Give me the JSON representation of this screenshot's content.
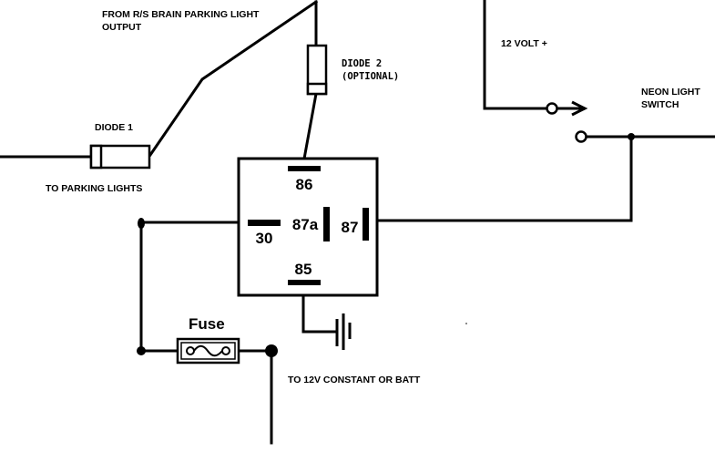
{
  "labels": {
    "source_line1": "FROM R/S BRAIN PARKING LIGHT",
    "source_line2": "OUTPUT",
    "diode2_line1": "DIODE 2",
    "diode2_line2": "(OPTIONAL)",
    "diode1": "DIODE 1",
    "parking": "TO PARKING LIGHTS",
    "volt": "12 VOLT +",
    "switch_line1": "NEON LIGHT",
    "switch_line2": "SWITCH",
    "fuse": "Fuse",
    "battery": "TO 12V CONSTANT OR BATT"
  },
  "relay": {
    "pin_86": "86",
    "pin_87a": "87a",
    "pin_87": "87",
    "pin_30": "30",
    "pin_85": "85"
  },
  "colors": {
    "line": "#000000",
    "background": "#ffffff"
  }
}
